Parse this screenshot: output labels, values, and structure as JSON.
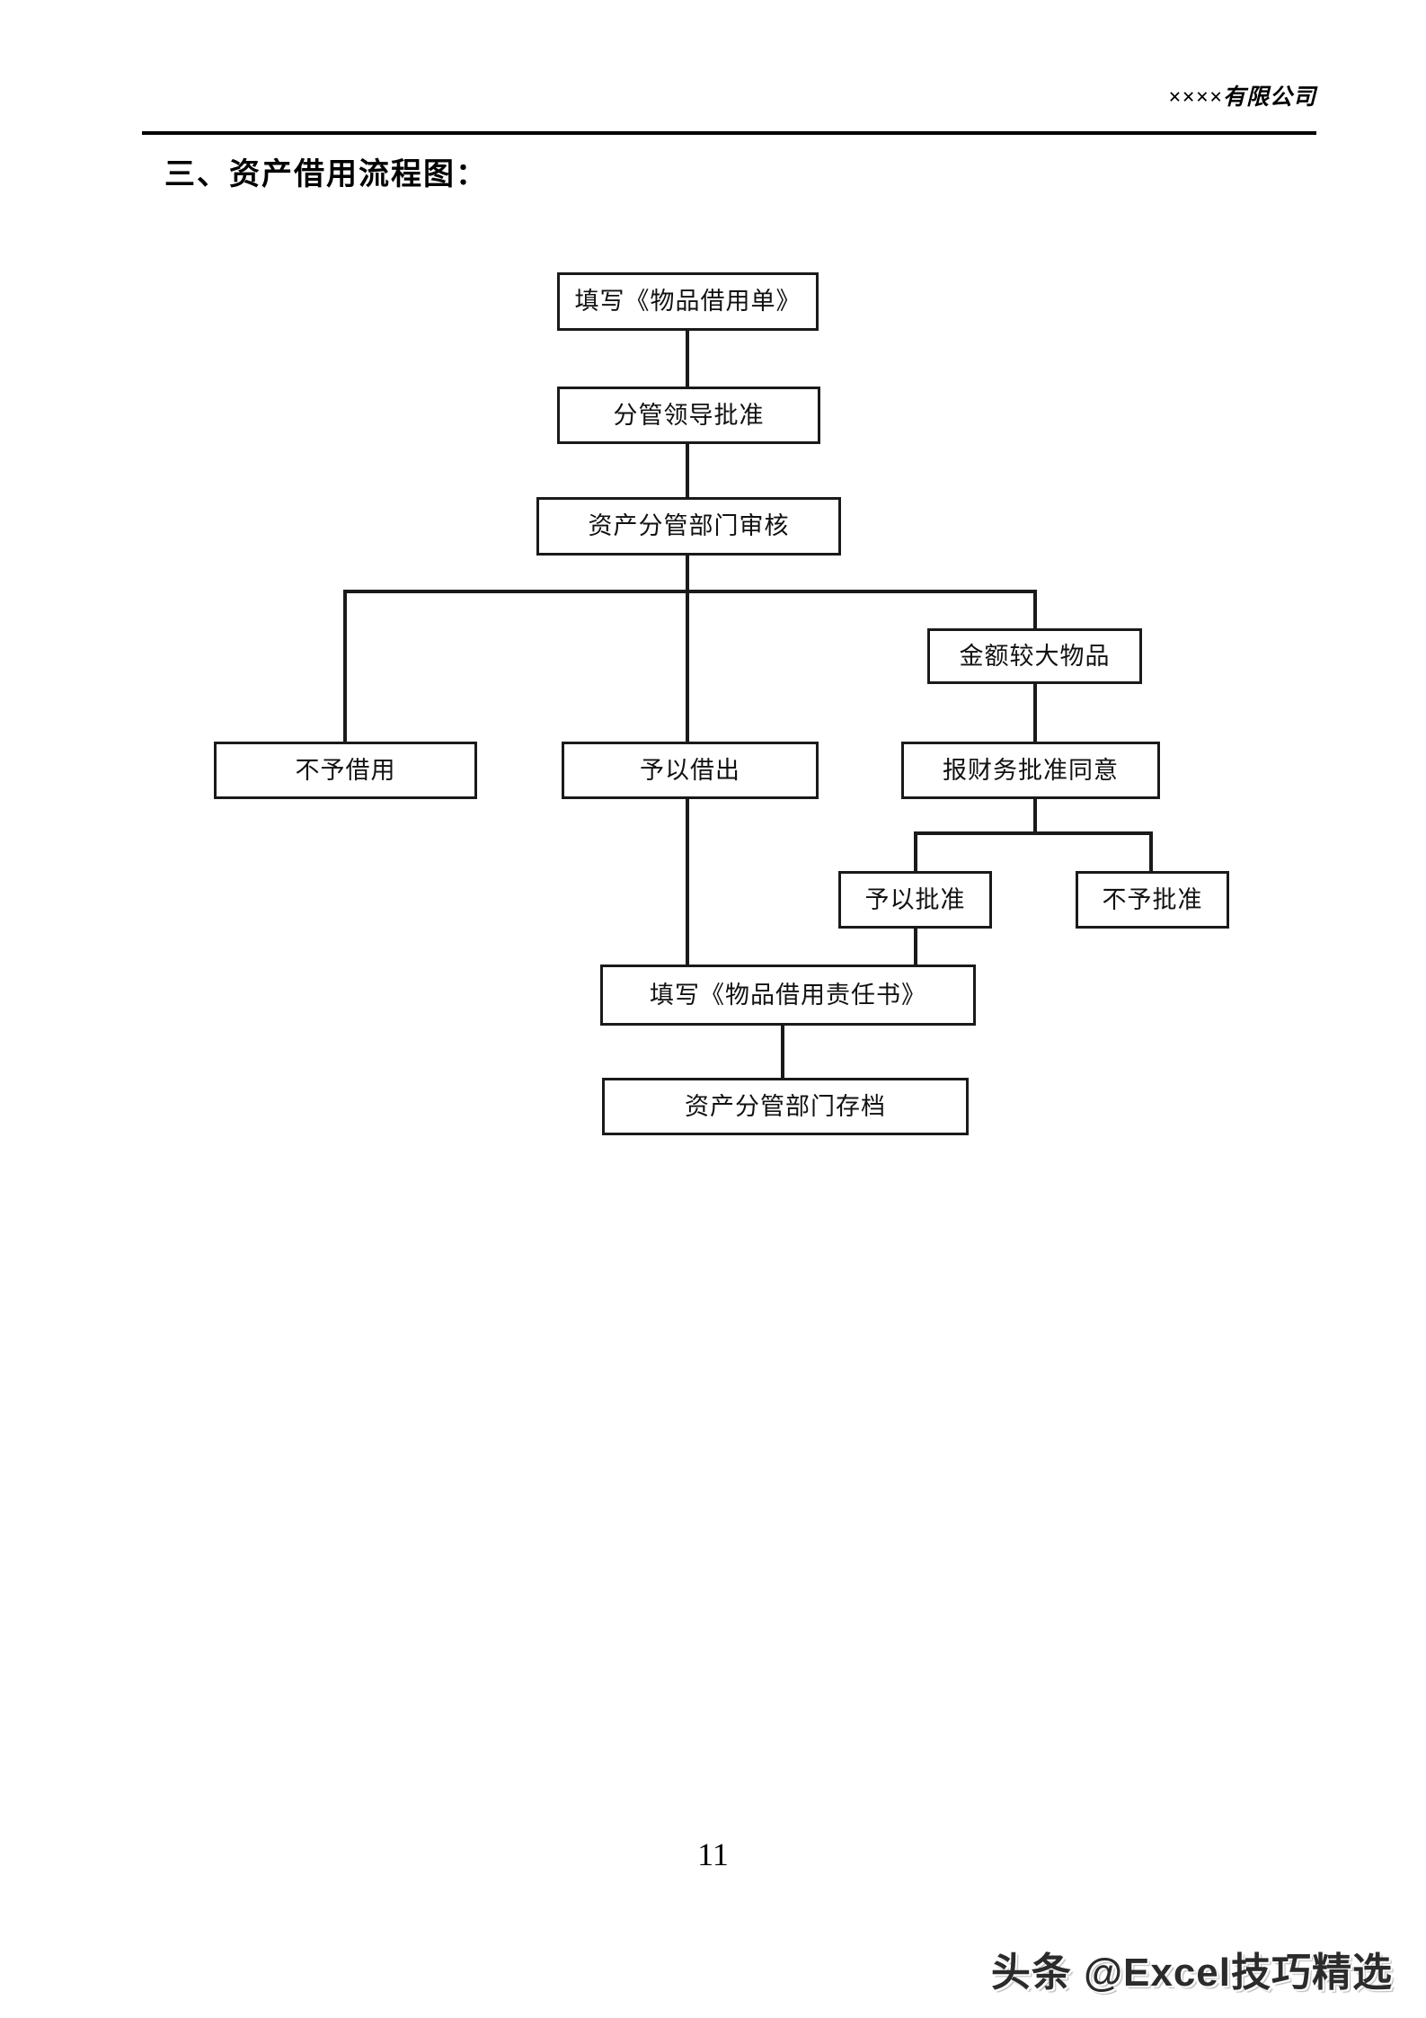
{
  "page": {
    "number": "11",
    "watermark": "头条 @Excel技巧精选",
    "background_color": "#ffffff"
  },
  "header": {
    "company": "××××有限公司",
    "rule_color": "#000000"
  },
  "section": {
    "title": "三、资产借用流程图："
  },
  "flowchart": {
    "type": "flowchart",
    "orientation": "top-down",
    "line_color": "#1a1a1a",
    "box_border_color": "#1a1a1a",
    "box_fill_color": "#ffffff",
    "nodes": [
      {
        "id": "n1",
        "label": "填写《物品借用单》"
      },
      {
        "id": "n2",
        "label": "分管领导批准"
      },
      {
        "id": "n3",
        "label": "资产分管部门审核"
      },
      {
        "id": "n4",
        "label": "金额较大物品"
      },
      {
        "id": "n5",
        "label": "不予借用"
      },
      {
        "id": "n6",
        "label": "予以借出"
      },
      {
        "id": "n7",
        "label": "报财务批准同意"
      },
      {
        "id": "n8",
        "label": "予以批准"
      },
      {
        "id": "n9",
        "label": "不予批准"
      },
      {
        "id": "n10",
        "label": "填写《物品借用责任书》"
      },
      {
        "id": "n11",
        "label": "资产分管部门存档"
      }
    ],
    "edges": [
      {
        "from": "n1",
        "to": "n2"
      },
      {
        "from": "n2",
        "to": "n3"
      },
      {
        "from": "n3",
        "to": "n5"
      },
      {
        "from": "n3",
        "to": "n6"
      },
      {
        "from": "n3",
        "to": "n4"
      },
      {
        "from": "n4",
        "to": "n7"
      },
      {
        "from": "n7",
        "to": "n8"
      },
      {
        "from": "n7",
        "to": "n9"
      },
      {
        "from": "n6",
        "to": "n10"
      },
      {
        "from": "n8",
        "to": "n10"
      },
      {
        "from": "n10",
        "to": "n11"
      }
    ]
  }
}
